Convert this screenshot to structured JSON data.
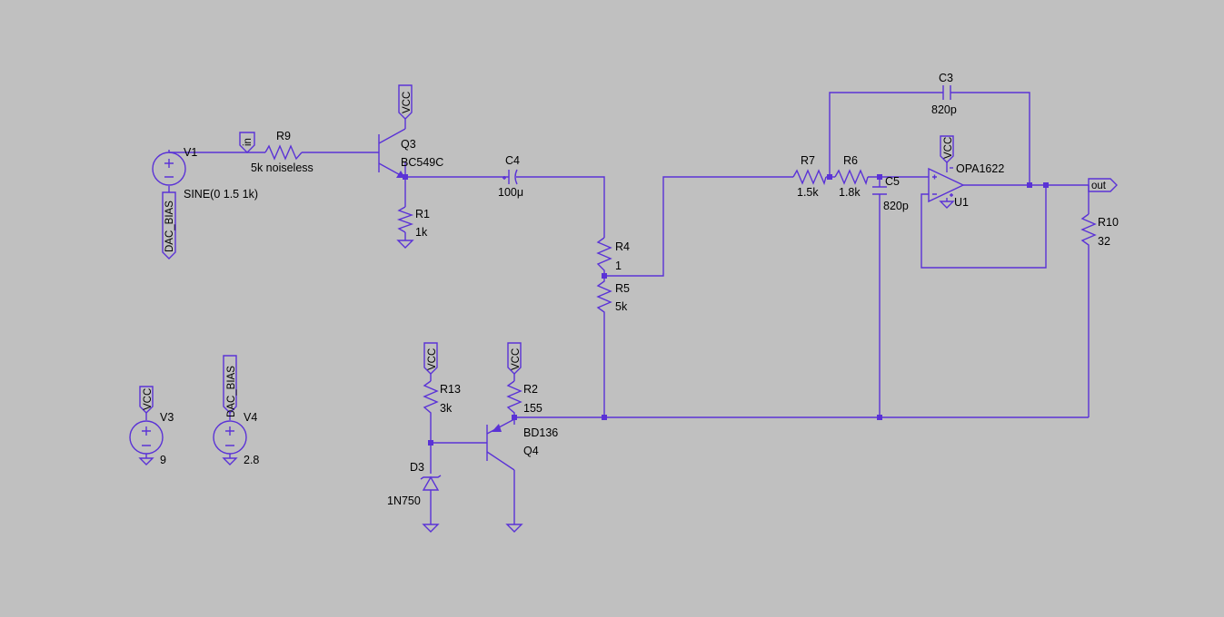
{
  "colors": {
    "background": "#c0c0c0",
    "wire": "#5a32d6",
    "text": "#000000"
  },
  "components": {
    "V1": {
      "name": "V1",
      "value": "SINE(0 1.5 1k)"
    },
    "R9": {
      "name": "R9",
      "value": "5k noiseless"
    },
    "Q3": {
      "name": "Q3",
      "value": "BC549C"
    },
    "R1": {
      "name": "R1",
      "value": "1k"
    },
    "C4": {
      "name": "C4",
      "value": "100μ"
    },
    "R4": {
      "name": "R4",
      "value": "1"
    },
    "R5": {
      "name": "R5",
      "value": "5k"
    },
    "R7": {
      "name": "R7",
      "value": "1.5k"
    },
    "R6": {
      "name": "R6",
      "value": "1.8k"
    },
    "C5": {
      "name": "C5",
      "value": "820p"
    },
    "C3": {
      "name": "C3",
      "value": "820p"
    },
    "U1": {
      "name": "U1",
      "value": "OPA1622"
    },
    "R10": {
      "name": "R10",
      "value": "32"
    },
    "R13": {
      "name": "R13",
      "value": "3k"
    },
    "D3": {
      "name": "D3",
      "value": "1N750"
    },
    "R2": {
      "name": "R2",
      "value": "155"
    },
    "Q4": {
      "name": "Q4",
      "value": "BD136"
    },
    "V3": {
      "name": "V3",
      "value": "9"
    },
    "V4": {
      "name": "V4",
      "value": "2.8"
    }
  },
  "net_labels": {
    "vcc": "VCC",
    "dac_bias": "DAC_BIAS",
    "in": "in",
    "out": "out"
  }
}
